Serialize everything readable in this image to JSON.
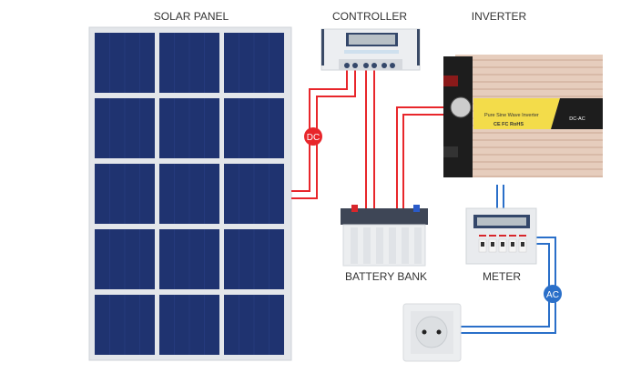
{
  "labels": {
    "solar_panel": "SOLAR PANEL",
    "controller": "CONTROLLER",
    "inverter": "INVERTER",
    "battery_bank": "BATTERY BANK",
    "meter": "METER"
  },
  "badges": {
    "dc": "DC",
    "ac": "AC"
  },
  "inverter_text": {
    "title": "Pure Sine Wave Inverter",
    "certs": "CE FC RoHS",
    "mode": "DC-AC"
  },
  "colors": {
    "dc_wire": "#e8262b",
    "ac_wire": "#2a6fc9",
    "panel_cell": "#1f3370",
    "inverter_label": "#f3dc4a"
  }
}
